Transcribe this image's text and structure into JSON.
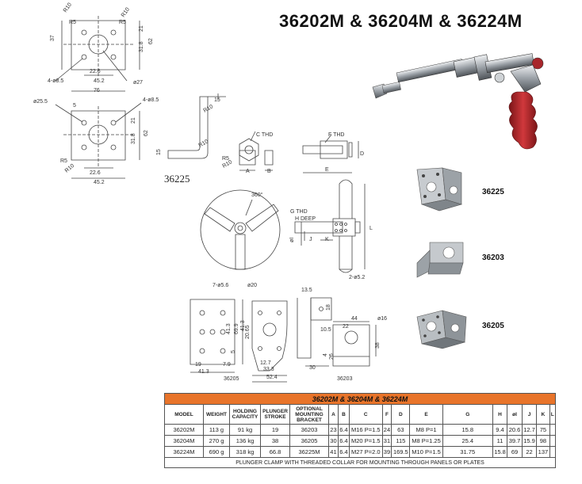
{
  "title": "36202M & 36204M &  36224M",
  "drawing_labels": {
    "r10a": "R10",
    "r10b": "R10",
    "r5a": "R5",
    "r5b": "R5",
    "d37": "37",
    "d21a": "21",
    "d62a": "62",
    "d318a": "31.8",
    "d226a": "22.6",
    "d452a": "45.2",
    "d76": "76",
    "h4_85a": "4-ø8.5",
    "d27": "ø27",
    "d255": "ø25.5",
    "d5": "5",
    "h4_85b": "4-ø8.5",
    "d21b": "21",
    "d318b": "31.8",
    "d62b": "62",
    "r5c": "R5",
    "r10c": "R10",
    "d226b": "22.6",
    "d452b": "45.2",
    "d15a": "15",
    "r10d": "R10",
    "r10e": "R10",
    "d15b": "15",
    "r5d": "R5",
    "r10f": "R10",
    "cthd": "C THD",
    "fthd": "F THD",
    "la": "A",
    "lb": "B",
    "le": "E",
    "ld": "D",
    "a360": "360°",
    "gthd": "G THD",
    "hdeep": "H DEEP",
    "phi": "øI",
    "lj": "J",
    "lk": "K",
    "ll": "L",
    "h2_52": "2-ø5.2",
    "h7_56": "7-ø5.6",
    "d20": "ø20",
    "d413a": "41.3",
    "d699": "69.9",
    "d5b": "5",
    "d19": "19",
    "d79": "7.9",
    "d413b": "41.3",
    "d2065": "20.65",
    "d413c": "41.3",
    "d127": "12.7",
    "d333": "33.3",
    "d524": "52.4",
    "d135": "13.5",
    "d18": "18",
    "d105": "10.5",
    "d22": "22",
    "d44": "44",
    "d16": "ø16",
    "d4": "4",
    "d26": "26",
    "d30": "30",
    "d38": "38",
    "code36205": "36205",
    "code36203": "36203"
  },
  "caption_36225": "36225",
  "product_labels": [
    "36225",
    "36203",
    "36205"
  ],
  "spec_table": {
    "title": "36202M  &  36204M  &  36224M",
    "headers": [
      "MODEL",
      "WEIGHT",
      "HOLDING CAPACITY",
      "PLUNGER STROKE",
      "OPTIONAL MOUNTING BRACKET",
      "A",
      "B",
      "C",
      "F",
      "D",
      "E",
      "G",
      "H",
      "øI",
      "J",
      "K",
      "L"
    ],
    "rows": [
      [
        "36202M",
        "113 g",
        "91 kg",
        "19",
        "36203",
        "23",
        "6.4",
        "M16 P=1.5",
        "24",
        "63",
        "M8 P=1",
        "15.8",
        "9.4",
        "20.6",
        "12.7",
        "75"
      ],
      [
        "36204M",
        "270 g",
        "136 kg",
        "38",
        "36205",
        "30",
        "6.4",
        "M20 P=1.5",
        "31",
        "115",
        "M8 P=1.25",
        "25.4",
        "11",
        "39.7",
        "15.9",
        "98"
      ],
      [
        "36224M",
        "690 g",
        "318 kg",
        "66.8",
        "36225M",
        "41",
        "6.4",
        "M27 P=2.0",
        "39",
        "169.5",
        "M10 P=1.5",
        "31.75",
        "15.8",
        "69",
        "22",
        "137"
      ]
    ],
    "footer": "PLUNGER CLAMP WITH THREADED COLLAR FOR MOUNTING THROUGH PANELS OR PLATES"
  },
  "colors": {
    "table_header": "#e8742a",
    "grip": "#b8262a"
  },
  "icons": [
    "plunger-clamp-photo",
    "bracket-36225-photo",
    "bracket-36203-photo",
    "bracket-36205-photo"
  ]
}
